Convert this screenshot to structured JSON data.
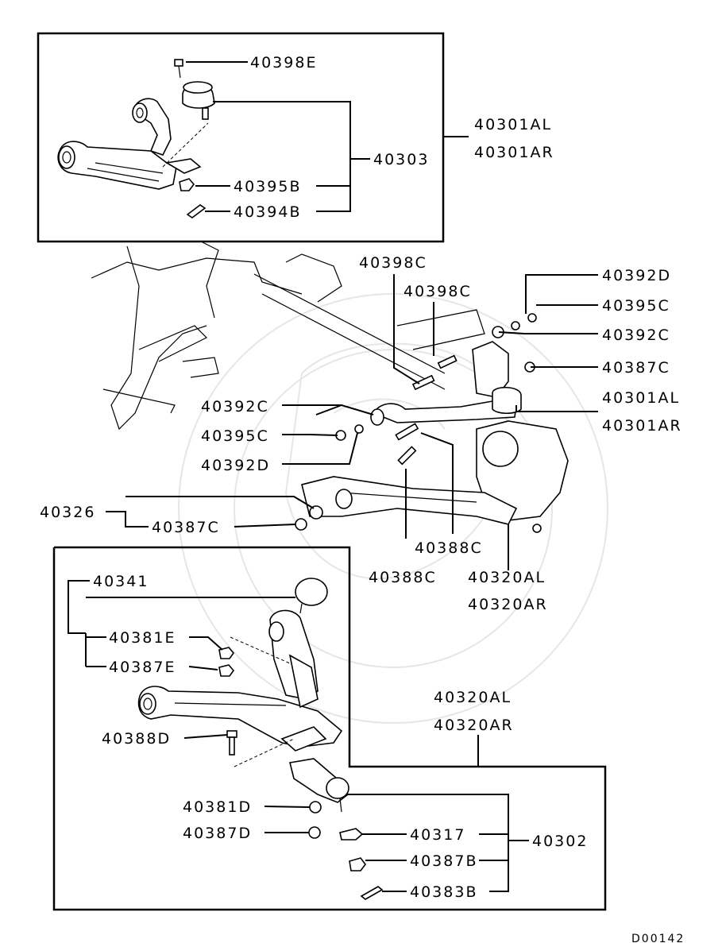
{
  "labels": {
    "upper_ball_screw": "40398E",
    "upper_arm_subassy": "40303",
    "upper_arm_al": "40301AL",
    "upper_arm_ar": "40301AR",
    "upper_nut": "40395B",
    "upper_pin": "40394B",
    "bolt_398c_a": "40398C",
    "bolt_398c_b": "40398C",
    "washer_392d_r": "40392D",
    "nut_395c_r": "40395C",
    "washer_392c_r": "40392C",
    "nut_387c_r": "40387C",
    "arm_al_r": "40301AL",
    "arm_ar_r": "40301AR",
    "washer_392c_l": "40392C",
    "nut_395c_l": "40395C",
    "washer_392d_l": "40392D",
    "bushing_326": "40326",
    "nut_387c_l": "40387C",
    "bolt_388c_a": "40388C",
    "bolt_388c_b": "40388C",
    "lower_arm_al_mid": "40320AL",
    "lower_arm_ar_mid": "40320AR",
    "lower_341": "40341",
    "lower_381e": "40381E",
    "lower_387e": "40387E",
    "lower_arm_al": "40320AL",
    "lower_arm_ar": "40320AR",
    "lower_388d": "40388D",
    "lower_381d": "40381D",
    "lower_387d": "40387D",
    "lower_317": "40317",
    "lower_302": "40302",
    "lower_387b": "40387B",
    "lower_383b": "40383B",
    "diagram_code": "D00142"
  }
}
